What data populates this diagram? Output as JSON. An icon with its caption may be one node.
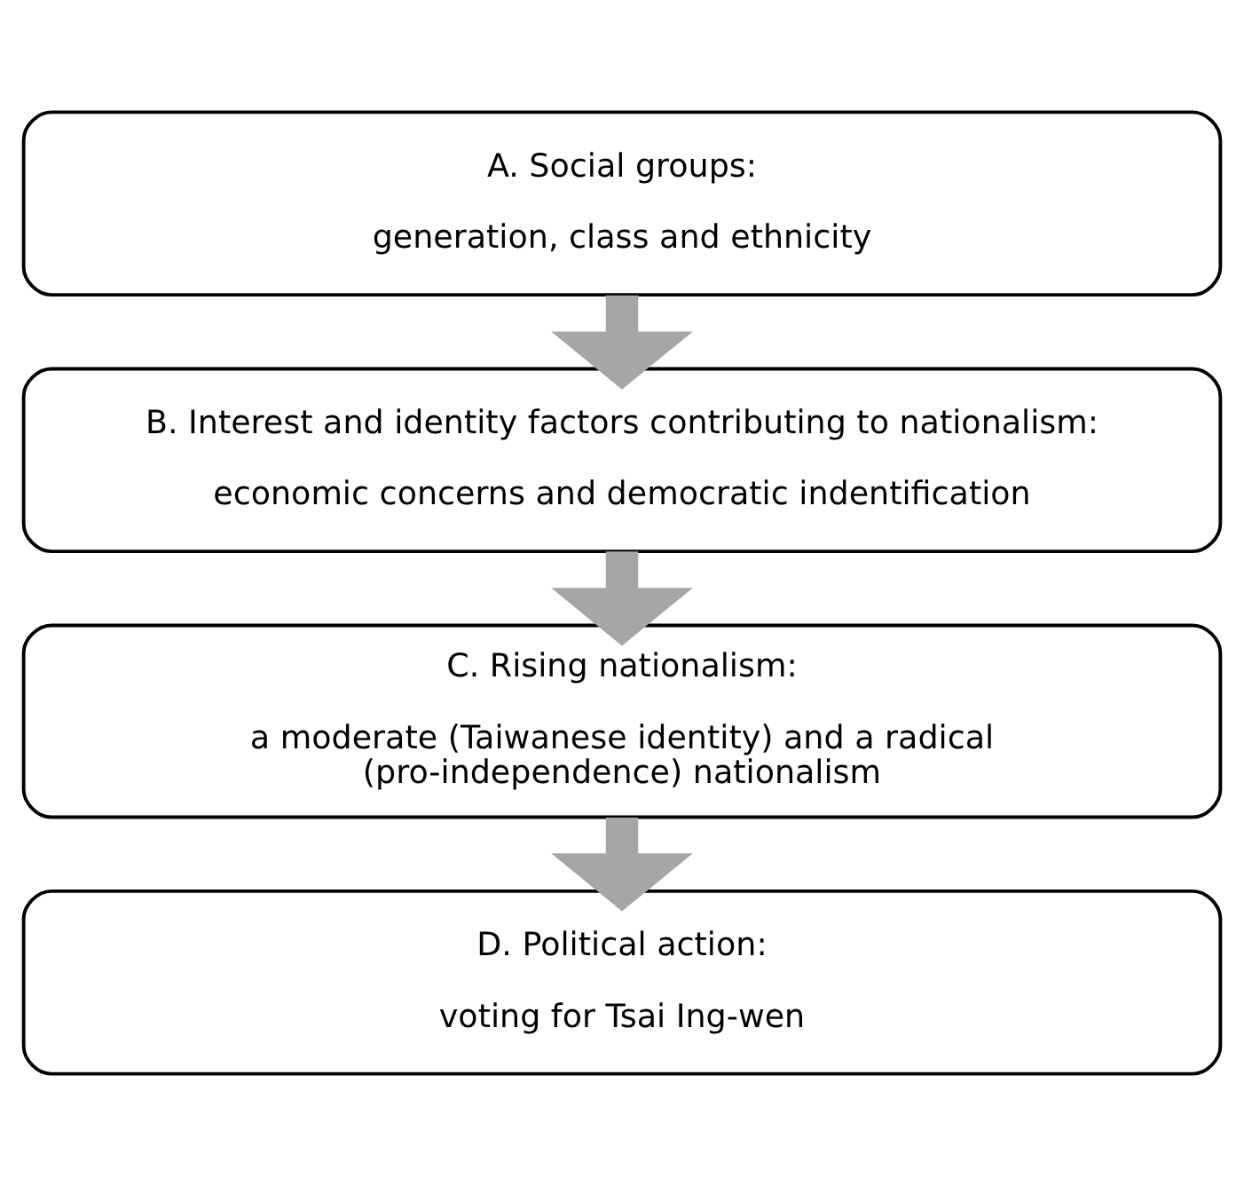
{
  "diagram": {
    "nodes": [
      {
        "text": [
          "A. Social groups:",
          "generation, class and ethnicity"
        ]
      },
      {
        "text": [
          "B. Interest and identity factors contributing to nationalism:",
          "economic concerns and democratic indentification"
        ]
      },
      {
        "text": [
          "C. Rising nationalism:",
          "a moderate (Taiwanese identity) and a radical (pro-independence) nationalism"
        ]
      },
      {
        "text": [
          "D. Political action:",
          "voting for Tsai Ing-wen"
        ]
      }
    ],
    "edges": [
      {
        "from": 0,
        "to": 1,
        "arrow": "to"
      },
      {
        "from": 1,
        "to": 2,
        "arrow": "to"
      },
      {
        "from": 2,
        "to": 3,
        "arrow": "to"
      }
    ]
  }
}
